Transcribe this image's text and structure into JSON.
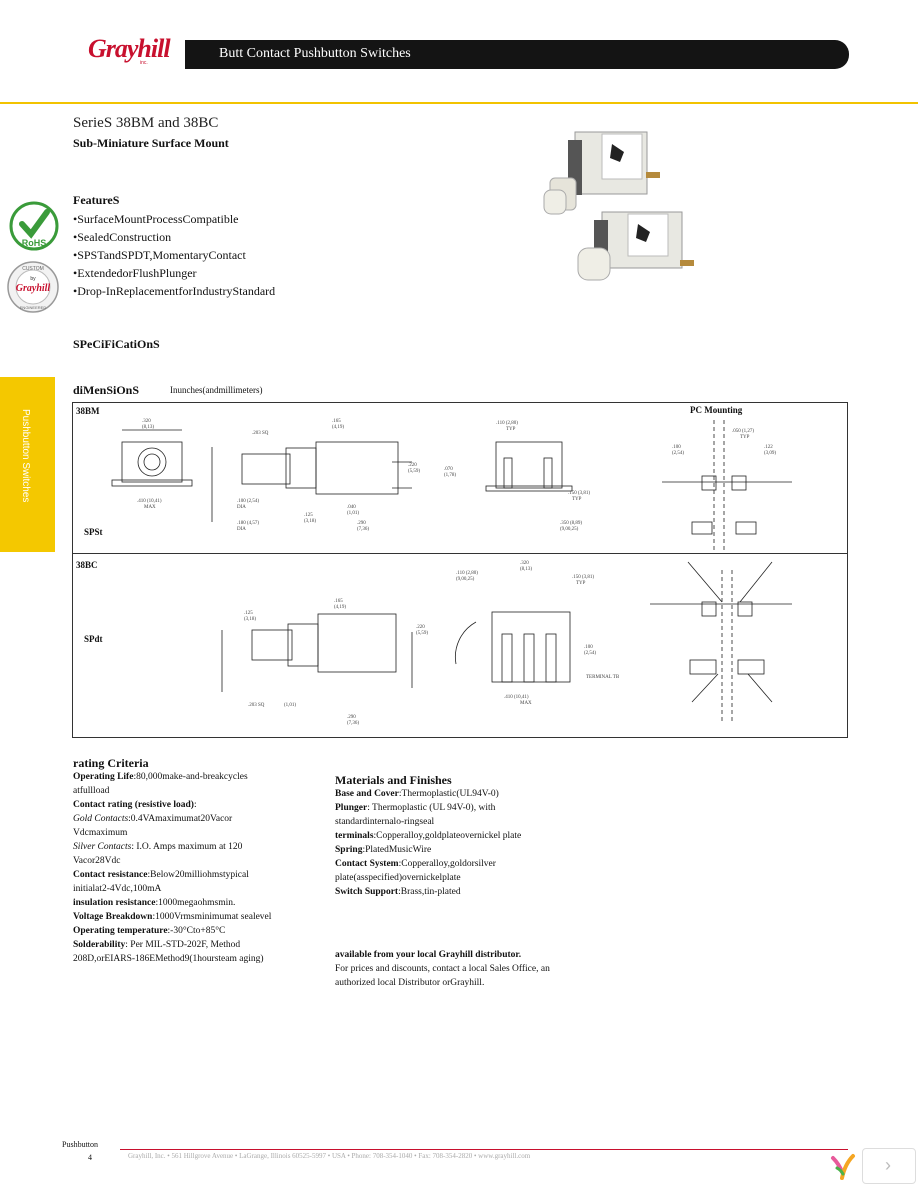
{
  "header": {
    "logo": "Grayhill",
    "logo_sub": "inc.",
    "title": "Butt Contact Pushbutton Switches"
  },
  "series": {
    "title": "SerieS 38BM and 38BC",
    "subtitle": "Sub-Miniature Surface Mount"
  },
  "badges": {
    "rohs": "RoHS",
    "custom_top": "CUSTOM",
    "custom_by": "by",
    "custom_logo": "Grayhill",
    "custom_bottom": "ENGINEERED"
  },
  "features": {
    "title": "FeatureS",
    "items": [
      "•SurfaceMountProcessCompatible",
      "•SealedConstruction",
      "•SPSTandSPDT,MomentaryContact",
      "•ExtendedorFlushPlunger",
      "•Drop-InReplacementforIndustryStandard"
    ]
  },
  "specs": {
    "title": "SPeCiFiCatiOnS"
  },
  "dimensions": {
    "title": "diMenSiOnS",
    "note": "Inunches(andmillimeters)",
    "side_tab": "Pushbutton Switches",
    "row1_label": "38BM",
    "row1_type": "SPSt",
    "row2_label": "38BC",
    "row2_type": "SPdt",
    "pc_mounting": "PC Mounting",
    "dims": {
      "d1": ".320",
      "d1m": "(8,13)",
      "d2": ".165",
      "d2m": "(4,19)",
      "d3": ".203 SQ",
      "d4": ".100 (2,54)",
      "d4b": "DIA",
      "d5": ".180 (4,57)",
      "d5b": "DIA",
      "d6": ".125",
      "d6m": "(3,18)",
      "d7": ".220",
      "d7m": "(5,59)",
      "d8": ".070",
      "d8m": "(1,78)",
      "d9": ".040",
      "d9m": "(1,01)",
      "d10": ".290",
      "d10m": "(7,36)",
      "d11": ".050 (1,27)",
      "d11b": "TYP",
      "d12": ".410 (10,41)",
      "d12b": "MAX",
      "d13": ".110 (2,80)",
      "d13b": "TYP",
      "d14": ".150 (3,81)",
      "d14b": "TYP",
      "d15": ".350 (8,89)",
      "d15b": "(9,00,25)",
      "d16": "TERMINAL TB",
      "d17": ".100",
      "d17m": "(2,54)",
      "d18": ".122",
      "d18m": "(3,09)"
    }
  },
  "rating": {
    "title": "rating Criteria",
    "op_life_label": "Operating Life",
    "op_life": ":80,000make-and-breakcycles atfullload",
    "contact_rating_label": "Contact rating (resistive load)",
    "gold_label": "Gold Contacts",
    "gold": ":0.4VAmaximumat20Vacor Vdcmaximum",
    "silver_label": "Silver Contacts",
    "silver": ": I.O. Amps maximum at 120 Vacor28Vdc",
    "resist_label": "Contact resistance",
    "resist": ":Below20milliohmstypical initialat2-4Vdc,100mA",
    "insul_label": "insulation resistance",
    "insul": ":1000megaohmsmin.",
    "volt_label": "Voltage Breakdown",
    "volt": ":1000Vrmsminimumat sealevel",
    "temp_label": "Operating temperature",
    "temp": ":-30°Cto+85°C",
    "solder_label": "Solderability",
    "solder": ": Per MIL-STD-202F, Method 208D,orEIARS-186EMethod9(1hoursteam aging)"
  },
  "materials": {
    "title": "Materials and Finishes",
    "base_label": "Base and Cover",
    "base": ":Thermoplastic(UL94V-0)",
    "plunger_label": "Plunger",
    "plunger": ": Thermoplastic (UL 94V-0), with standardinternalo-ringseal",
    "term_label": "terminals",
    "term": ":Copperalloy,goldplateovernickel plate",
    "spring_label": "Spring",
    "spring": ":PlatedMusicWire",
    "contact_label": "Contact System",
    "contact": ":Copperalloy,goldorsilver plate(asspecified)overnickelplate",
    "support_label": "Switch Support",
    "support": ":Brass,tin-plated"
  },
  "availability": {
    "title": "available from your local Grayhill distributor.",
    "body": "For prices and discounts, contact a local Sales Office, an authorized local Distributor orGrayhill."
  },
  "footer": {
    "section": "Pushbutton",
    "page": "4",
    "address": "Grayhill, Inc. • 561 Hillgrove Avenue • LaGrange, Illinois 60525-5997 • USA • Phone: 708-354-1040 • Fax: 708-354-2820 • www.grayhill.com"
  },
  "nav": {
    "next": "›"
  }
}
